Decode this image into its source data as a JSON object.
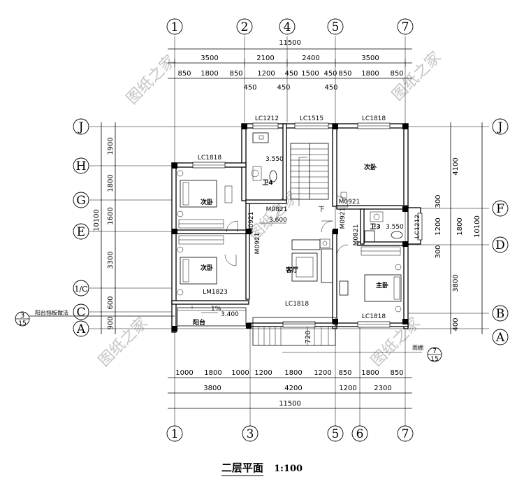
{
  "drawing": {
    "title": "二层平面",
    "scale": "1:100"
  },
  "axes": {
    "top": [
      "1",
      "2",
      "4",
      "5",
      "7"
    ],
    "bottom": [
      "1",
      "3",
      "5",
      "6",
      "7"
    ],
    "left": [
      "J",
      "H",
      "G",
      "E",
      "1/C",
      "C",
      "A"
    ],
    "right": [
      "J",
      "F",
      "D",
      "B",
      "A"
    ]
  },
  "dimensions": {
    "top_total": "11500",
    "top_row2": [
      "3500",
      "2100",
      "2400",
      "3500"
    ],
    "top_row3": [
      "850",
      "1800",
      "850",
      "1200",
      "450",
      "1500",
      "450",
      "850",
      "1800",
      "850"
    ],
    "top_row3b": [
      "450",
      "450",
      "450"
    ],
    "bottom_row1": [
      "1000",
      "1800",
      "1000",
      "1200",
      "1800",
      "1200",
      "850",
      "1800",
      "850"
    ],
    "bottom_row2": [
      "3800",
      "4200",
      "1200",
      "2300"
    ],
    "bottom_total": "11500",
    "left_inner": [
      "1900",
      "1800",
      "1600",
      "3300",
      "600",
      "900"
    ],
    "left_total": "10100",
    "right_inner": [
      "4100",
      "300",
      "1200",
      "300",
      "3800",
      "400"
    ],
    "right_row2": [
      "1800"
    ],
    "right_total": "10100",
    "stair_run": "720"
  },
  "rooms": {
    "bedroom_label": "次卧",
    "master_label": "主卧",
    "living_label": "客厅",
    "wc4_label": "卫4",
    "wc3_label": "卫3",
    "balcony_label": "阳台"
  },
  "openings": {
    "windows": [
      "LC1212",
      "LC1515",
      "LC1818",
      "LC1818",
      "LC1818",
      "LC1818",
      "LC1212"
    ],
    "doors": [
      "M0821",
      "M0921",
      "M0921",
      "M0921",
      "M0921",
      "M0821"
    ],
    "balcony_door": "LM1823"
  },
  "levels": {
    "wc4": "3.550",
    "wc3": "3.550",
    "hall": "3.600",
    "balcony": "3.400",
    "slope": "1%"
  },
  "notes": {
    "balcony_railing": "阳台挡板做法",
    "detail_left_top": "3",
    "detail_left_bottom": "15",
    "rain_canopy": "雨棚",
    "detail_right_top": "7",
    "detail_right_bottom": "15",
    "stair_down": "下"
  },
  "watermark": "图纸之家"
}
